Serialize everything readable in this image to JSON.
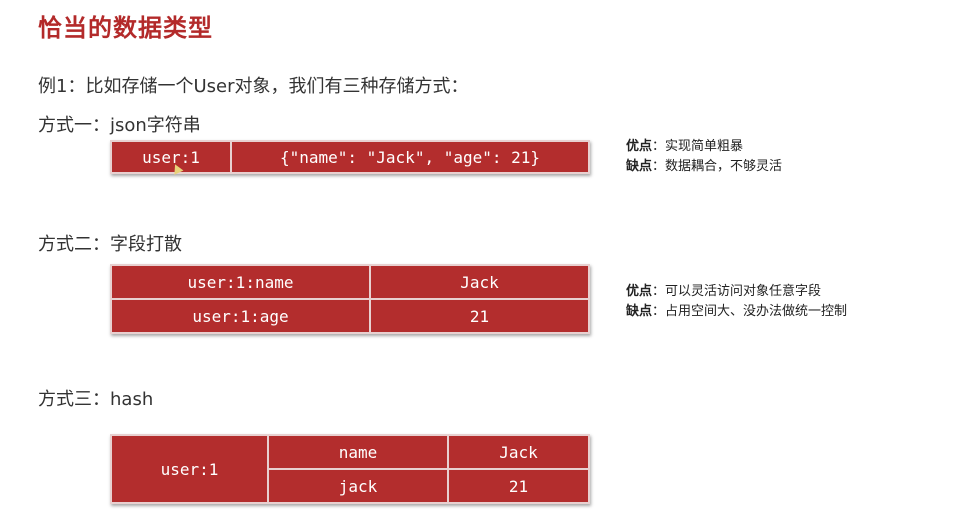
{
  "title": "恰当的数据类型",
  "example": "例1：比如存储一个User对象，我们有三种存储方式：",
  "method1": {
    "heading": "方式一：json字符串",
    "key": "user:1",
    "value": "{\"name\": \"Jack\", \"age\": 21}",
    "pros_label": "优点",
    "pros": "：实现简单粗暴",
    "cons_label": "缺点",
    "cons": "：数据耦合，不够灵活"
  },
  "method2": {
    "heading": "方式二：字段打散",
    "rows": [
      {
        "key": "user:1:name",
        "value": "Jack"
      },
      {
        "key": "user:1:age",
        "value": "21"
      }
    ],
    "pros_label": "优点",
    "pros": "：可以灵活访问对象任意字段",
    "cons_label": "缺点",
    "cons": "：占用空间大、没办法做统一控制"
  },
  "method3": {
    "heading": "方式三：hash",
    "key": "user:1",
    "rows": [
      {
        "field": "name",
        "value": "Jack"
      },
      {
        "field": "jack",
        "value": "21"
      }
    ]
  },
  "colors": {
    "accent": "#b32a2a",
    "cell": "#b32d2d"
  }
}
